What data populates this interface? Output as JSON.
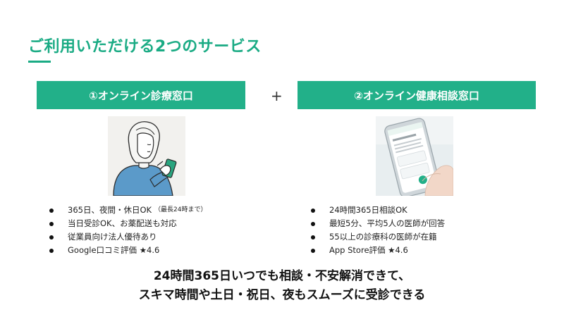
{
  "title": "ご利用いただける2つのサービス",
  "plus_sign": "+",
  "services": [
    {
      "header": "①オンライン診療窓口",
      "image_icon": "woman-using-smartphone-illustration",
      "bullets": [
        {
          "text": "365日、夜間・休日OK",
          "note": "（最長24時まで）"
        },
        {
          "text": "当日受診OK、お薬配送も対応",
          "note": ""
        },
        {
          "text": "従業員向け法人優待あり",
          "note": ""
        },
        {
          "text": "Google口コミ評価 ★4.6",
          "note": ""
        }
      ]
    },
    {
      "header": "②オンライン健康相談窓口",
      "image_icon": "hand-holding-smartphone-photo",
      "bullets": [
        {
          "text": "24時間365日相談OK",
          "note": ""
        },
        {
          "text": "最短5分、平均5人の医師が回答",
          "note": ""
        },
        {
          "text": "55以上の診療科の医師が在籍",
          "note": ""
        },
        {
          "text": "App Store評価 ★4.6",
          "note": ""
        }
      ]
    }
  ],
  "bottom_lines": [
    "24時間365日いつでも相談・不安解消できて、",
    "スキマ時間や土日・祝日、夜もスムーズに受診できる"
  ],
  "colors": {
    "accent": "#1aab84",
    "header_bg": "#22b089"
  }
}
